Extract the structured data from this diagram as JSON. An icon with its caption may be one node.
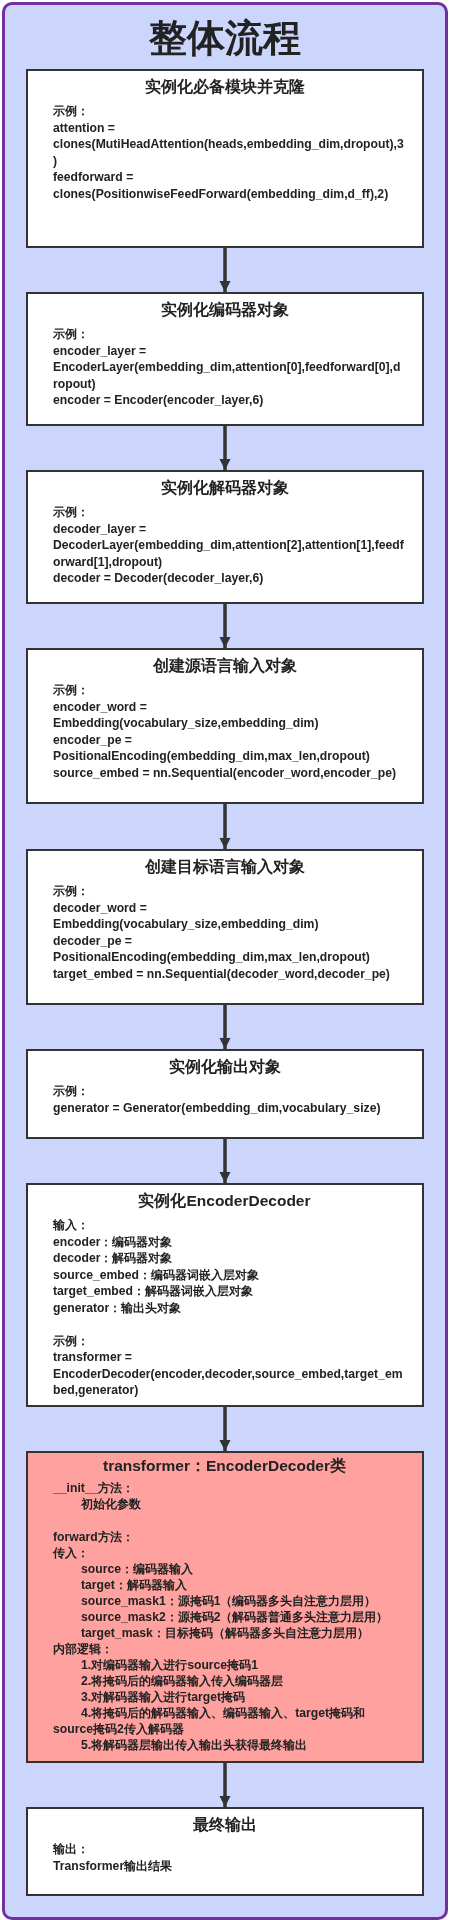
{
  "diagram": {
    "nodes": [
      {
        "text": [
          "整体流程"
        ]
      },
      {
        "text": [
          "实例化必备模块并克隆",
          "示例：",
          "attention = clones(MutiHeadAttention(heads,embedding_dim,dropout),3)",
          "feedforward = clones(PositionwiseFeedForward(embedding_dim,d_ff),2)"
        ],
        "in": 0
      },
      {
        "text": [
          "实例化编码器对象",
          "示例：",
          "encoder_layer = EncoderLayer(embedding_dim,attention[0],feedforward[0],dropout)",
          "encoder = Encoder(encoder_layer,6)"
        ],
        "in": 0
      },
      {
        "text": [
          "实例化解码器对象",
          "示例：",
          "decoder_layer = DecoderLayer(embedding_dim,attention[2],attention[1],feedforward[1],dropout)",
          "decoder = Decoder(decoder_layer,6)"
        ],
        "in": 0
      },
      {
        "text": [
          "创建源语言输入对象",
          "示例：",
          "encoder_word = Embedding(vocabulary_size,embedding_dim)",
          "encoder_pe = PositionalEncoding(embedding_dim,max_len,dropout)",
          "source_embed = nn.Sequential(encoder_word,encoder_pe)"
        ],
        "in": 0
      },
      {
        "text": [
          "创建目标语言输入对象",
          "示例：",
          "decoder_word = Embedding(vocabulary_size,embedding_dim)",
          "decoder_pe = PositionalEncoding(embedding_dim,max_len,dropout)",
          "target_embed = nn.Sequential(decoder_word,decoder_pe)"
        ],
        "in": 0
      },
      {
        "text": [
          "实例化输出对象",
          "示例：",
          "generator = Generator(embedding_dim,vocabulary_size)"
        ],
        "in": 0
      },
      {
        "text": [
          "实例化EncoderDecoder",
          "输入：",
          "encoder：编码器对象",
          "decoder：解码器对象",
          "source_embed：编码器词嵌入层对象",
          "target_embed：解码器词嵌入层对象",
          "generator：输出头对象",
          "示例：",
          "transformer = EncoderDecoder(encoder,decoder,source_embed,target_embed,generator)"
        ],
        "in": 0
      },
      {
        "text": [
          "transformer：EncoderDecoder类",
          "__init__方法：",
          "初始化参数",
          "forward方法：",
          "传入：",
          "source：编码器输入",
          "target：解码器输入",
          "source_mask1：源掩码1（编码器多头自注意力层用）",
          "source_mask2：源掩码2（解码器普通多头注意力层用）",
          "target_mask：目标掩码（解码器多头自注意力层用）",
          "内部逻辑：",
          "1.对编码器输入进行source掩码1",
          "2.将掩码后的编码器输入传入编码器层",
          "3.对解码器输入进行target掩码",
          "4.将掩码后的解码器输入、编码器输入、target掩码和source掩码2传入解码器",
          "5.将解码器层输出传入输出头获得最终输出"
        ],
        "in": 0
      },
      {
        "text": [
          "最终输出",
          "输出：",
          "Transformer输出结果"
        ],
        "in": 0
      }
    ],
    "edges": [
      {
        "from": 1,
        "to": 2,
        "arrow": "to"
      },
      {
        "from": 2,
        "to": 3,
        "arrow": "to"
      },
      {
        "from": 3,
        "to": 4,
        "arrow": "to"
      },
      {
        "from": 4,
        "to": 5,
        "arrow": "to"
      },
      {
        "from": 5,
        "to": 6,
        "arrow": "to"
      },
      {
        "from": 6,
        "to": 7,
        "arrow": "to"
      },
      {
        "from": 7,
        "to": 8,
        "arrow": "to"
      },
      {
        "from": 8,
        "to": 9,
        "arrow": "to"
      }
    ]
  }
}
